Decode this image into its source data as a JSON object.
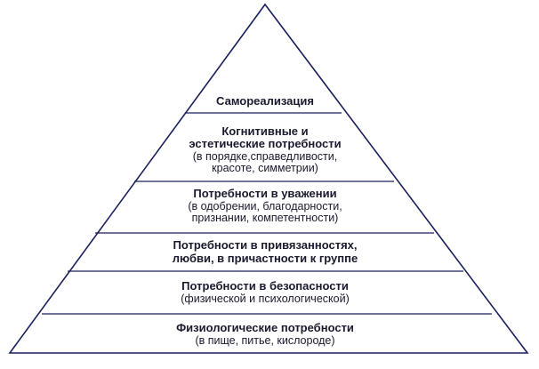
{
  "pyramid": {
    "levels": [
      {
        "id": "self",
        "lines": [
          "Самореализация"
        ]
      },
      {
        "id": "cognitive",
        "lines": [
          "Когнитивные и",
          "эстетические потребности",
          "(в порядке,справедливости,",
          "красоте, симметрии)"
        ]
      },
      {
        "id": "esteem",
        "lines": [
          "Потребности в уважении",
          "(в одобрении, благодарности,",
          "признании, компетентности)"
        ]
      },
      {
        "id": "belonging",
        "lines": [
          "Потребности в привязанностях,",
          "любви, в причастности к группе"
        ]
      },
      {
        "id": "safety",
        "lines": [
          "Потребности в безопасности",
          "(физической и психологической)"
        ]
      },
      {
        "id": "physio",
        "lines": [
          "Физиологические потребности",
          "(в пище, питье, кислороде)"
        ]
      }
    ]
  },
  "colors": {
    "stroke": "#1b1f5c",
    "text": "#1a1a2e",
    "background": "#ffffff"
  }
}
